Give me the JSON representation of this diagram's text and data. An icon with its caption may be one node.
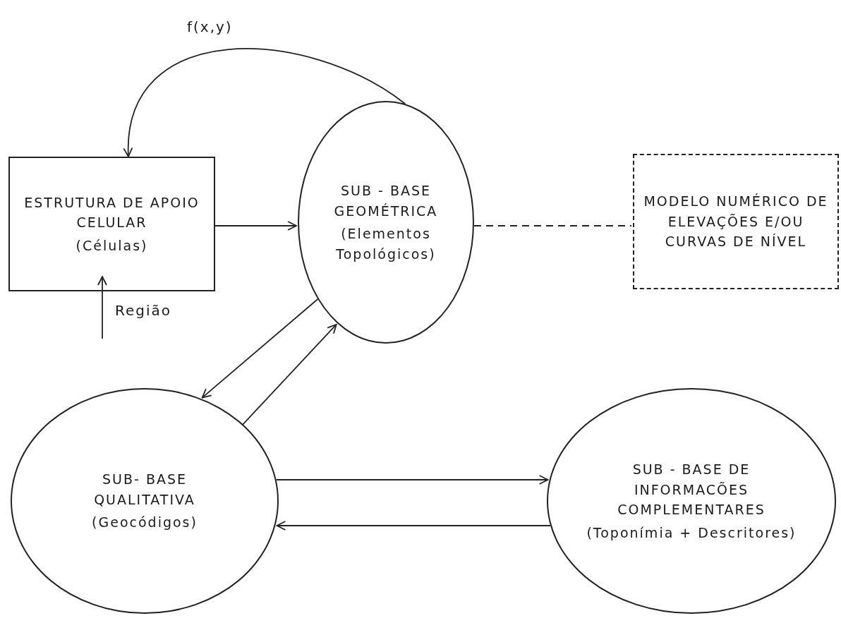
{
  "diagram": {
    "nodes": [
      {
        "text": [
          "ESTRUTURA DE APOIO CELULAR",
          "(Células)"
        ]
      },
      {
        "text": [
          "SUB - BASE GEOMÉTRICA",
          "(Elementos Topológicos)"
        ]
      },
      {
        "text": [
          "MODELO NUMÉRICO DE ELEVAÇÕES E/OU CURVAS DE NÍVEL"
        ]
      },
      {
        "text": [
          "SUB- BASE QUALITATIVA",
          "(Geocódigos)"
        ]
      },
      {
        "text": [
          "SUB - BASE DE INFORMACÕES COMPLEMENTARES",
          "(Toponímia + Descritores)"
        ]
      }
    ],
    "edges": [
      {
        "from": 1,
        "to": 0,
        "arrow": "to",
        "label": "f(x,y)"
      },
      {
        "from": 0,
        "to": 1,
        "arrow": "to"
      },
      {
        "from": null,
        "to": 0,
        "arrow": "to",
        "label": "Região"
      },
      {
        "from": 1,
        "to": 2,
        "arrow": "none",
        "style": "dashed"
      },
      {
        "from": 1,
        "to": 3,
        "arrow": "to"
      },
      {
        "from": 3,
        "to": 1,
        "arrow": "to"
      },
      {
        "from": 3,
        "to": 4,
        "arrow": "to"
      },
      {
        "from": 4,
        "to": 3,
        "arrow": "to"
      }
    ]
  }
}
